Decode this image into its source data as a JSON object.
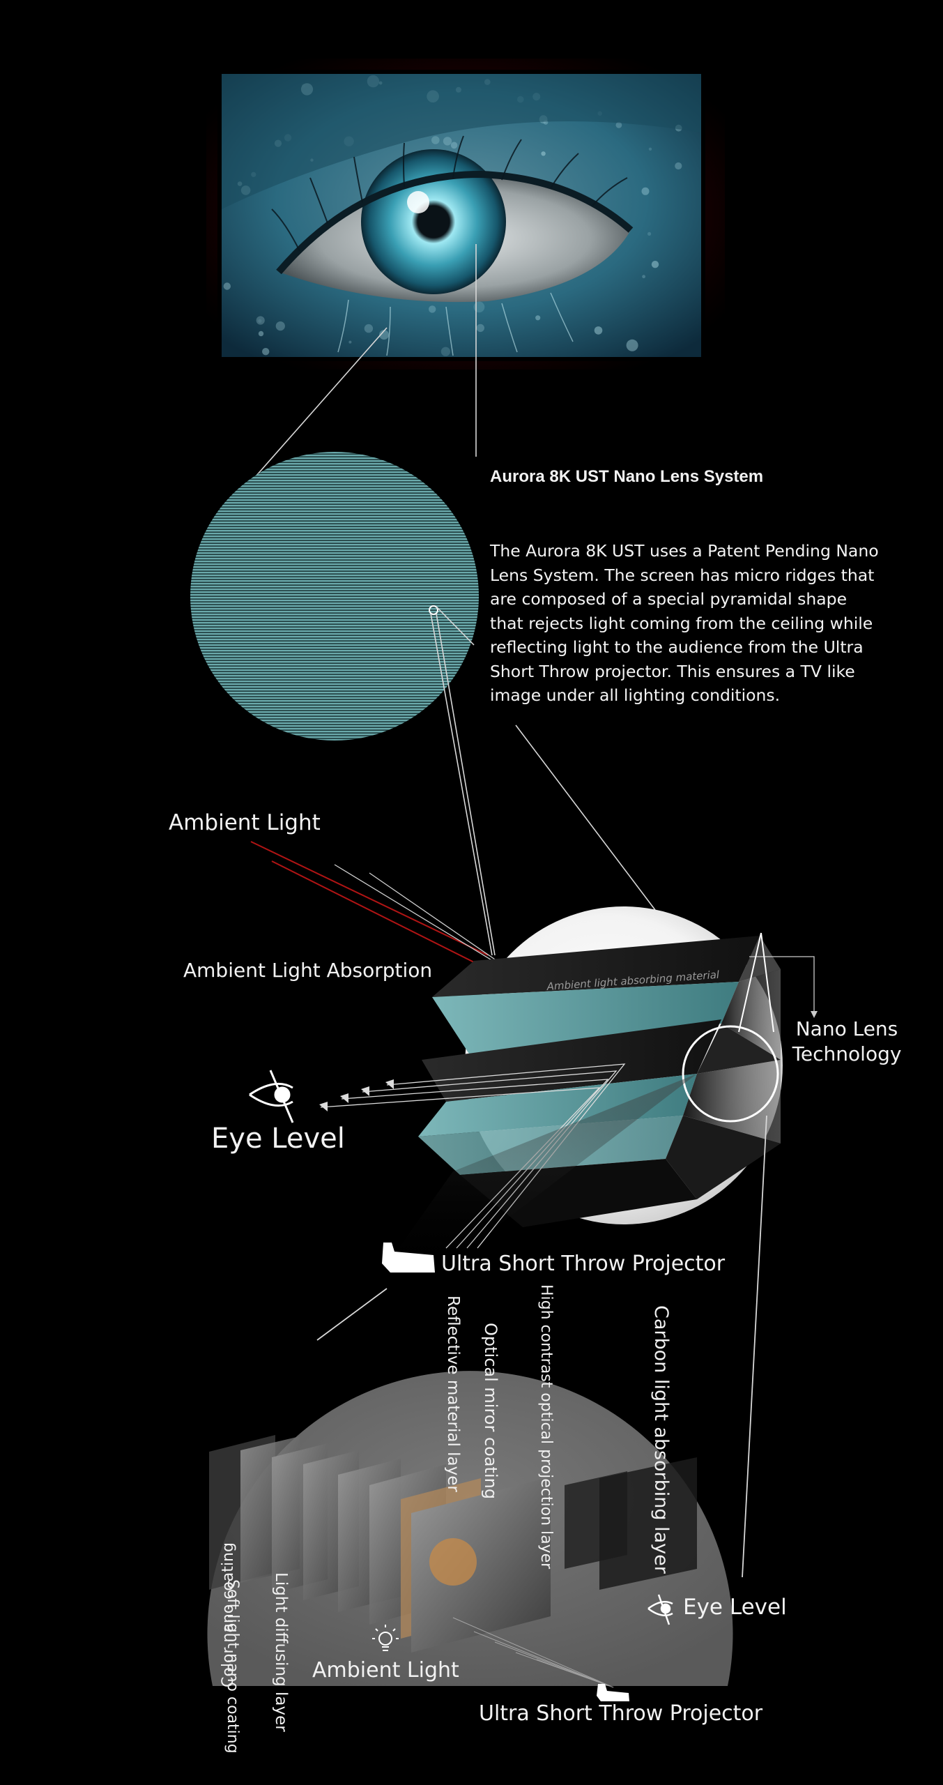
{
  "screen": {
    "frame_glow_color": "#8b0a0a",
    "photo": "eye-closeup-photo"
  },
  "lens_section": {
    "title": "Aurora 8K UST Nano Lens System",
    "description": "The Aurora 8K UST uses a Patent Pending Nano Lens System. The screen has micro ridges that are composed of a special pyramidal shape that rejects light coming from the ceiling while reflecting light to the audience from the Ultra Short Throw projector. This ensures a TV like image under all lighting conditions.",
    "texture_color": "#5fa3a5"
  },
  "ridge_diagram": {
    "ambient_light": "Ambient Light",
    "ambient_absorption": "Ambient Light Absorption",
    "material_label": "Ambient light absorbing material",
    "nano_lens": "Nano Lens Technology",
    "eye_level": "Eye Level",
    "projector": "Ultra Short Throw Projector",
    "teal_color": "#6aa7aa"
  },
  "layers_diagram": {
    "layers": [
      "Color nano coating",
      "Soft light nano coating",
      "Light diffusing layer",
      "Reflective material layer",
      "Optical miror coating",
      "High contrast optical projection layer",
      "Carbon light absorbing layer"
    ],
    "eye_level": "Eye Level",
    "ambient_light": "Ambient Light",
    "projector": "Ultra Short Throw Projector"
  }
}
